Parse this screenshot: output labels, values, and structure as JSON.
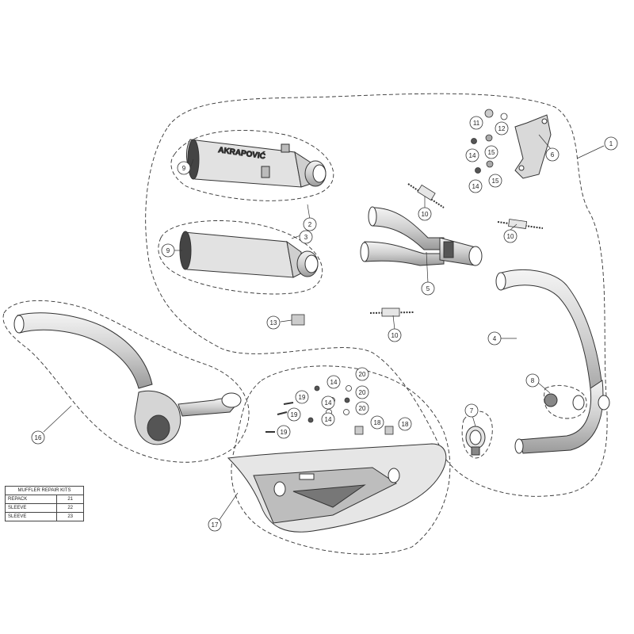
{
  "colors": {
    "line": "#333333",
    "part_fill": "#dedede",
    "dark_fill": "#555555"
  },
  "callouts": [
    {
      "id": "c1",
      "label": "1"
    },
    {
      "id": "c2",
      "label": "2"
    },
    {
      "id": "c3",
      "label": "3"
    },
    {
      "id": "c4",
      "label": "4"
    },
    {
      "id": "c5",
      "label": "5"
    },
    {
      "id": "c6",
      "label": "6"
    },
    {
      "id": "c7",
      "label": "7"
    },
    {
      "id": "c8",
      "label": "8"
    },
    {
      "id": "c9a",
      "label": "9"
    },
    {
      "id": "c9b",
      "label": "9"
    },
    {
      "id": "c10a",
      "label": "10"
    },
    {
      "id": "c10b",
      "label": "10"
    },
    {
      "id": "c10c",
      "label": "10"
    },
    {
      "id": "c11",
      "label": "11"
    },
    {
      "id": "c12",
      "label": "12"
    },
    {
      "id": "c13",
      "label": "13"
    },
    {
      "id": "c14a",
      "label": "14"
    },
    {
      "id": "c14b",
      "label": "14"
    },
    {
      "id": "c14c",
      "label": "14"
    },
    {
      "id": "c14d",
      "label": "14"
    },
    {
      "id": "c14e",
      "label": "14"
    },
    {
      "id": "c15a",
      "label": "15"
    },
    {
      "id": "c15b",
      "label": "15"
    },
    {
      "id": "c16",
      "label": "16"
    },
    {
      "id": "c17",
      "label": "17"
    },
    {
      "id": "c18a",
      "label": "18"
    },
    {
      "id": "c18b",
      "label": "18"
    },
    {
      "id": "c19a",
      "label": "19"
    },
    {
      "id": "c19b",
      "label": "19"
    },
    {
      "id": "c19c",
      "label": "19"
    },
    {
      "id": "c20a",
      "label": "20"
    },
    {
      "id": "c20b",
      "label": "20"
    },
    {
      "id": "c20c",
      "label": "20"
    }
  ],
  "repair_kits": {
    "title": "MUFFLER REPAIR KITS",
    "rows": [
      {
        "name": "REPACK",
        "number": "21"
      },
      {
        "name": "SLEEVE",
        "number": "22"
      },
      {
        "name": "SLEEVE",
        "number": "23"
      }
    ]
  }
}
